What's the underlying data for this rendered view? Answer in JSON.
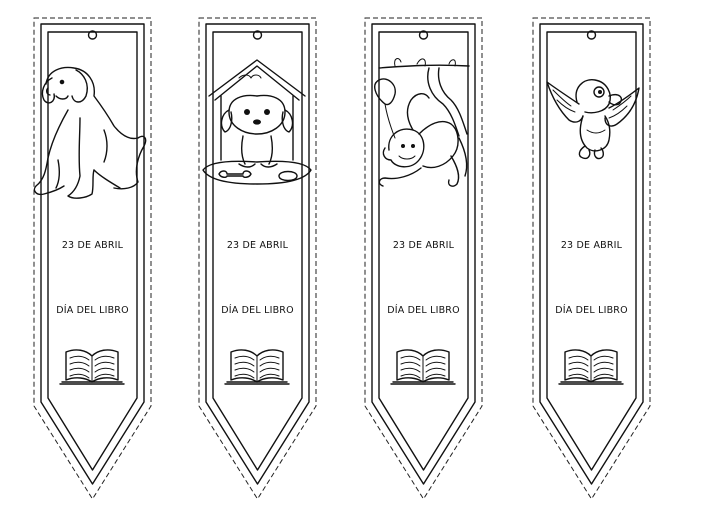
{
  "bookmarks": [
    {
      "date": "23 DE ABRIL",
      "event": "DÍA DEL LIBRO",
      "animal": "dog"
    },
    {
      "date": "23 DE ABRIL",
      "event": "DÍA DEL LIBRO",
      "animal": "puppy-doghouse"
    },
    {
      "date": "23 DE ABRIL",
      "event": "DÍA DEL LIBRO",
      "animal": "monkey"
    },
    {
      "date": "23 DE ABRIL",
      "event": "DÍA DEL LIBRO",
      "animal": "bird"
    }
  ],
  "colors": {
    "ink": "#111111",
    "paper": "#ffffff"
  }
}
